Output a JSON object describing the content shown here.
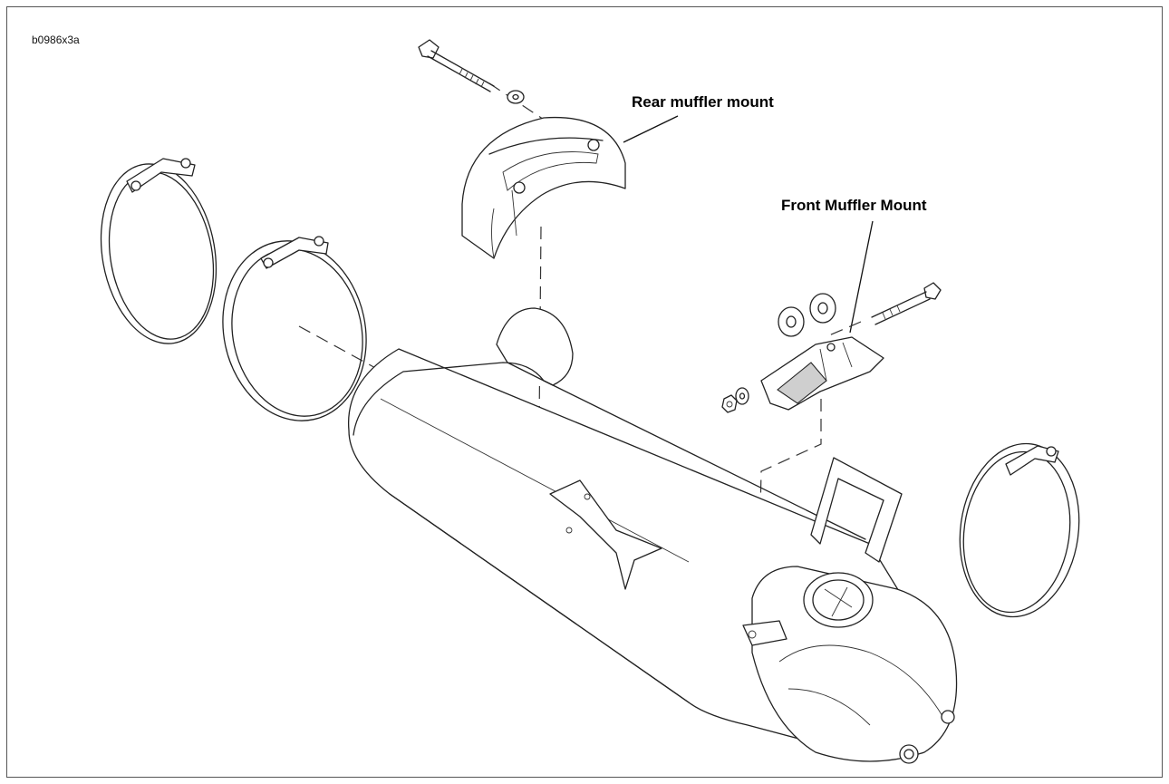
{
  "figure": {
    "id": "b0986x3a",
    "callouts": {
      "rear_mount": "Rear muffler mount",
      "front_mount": "Front Muffler Mount"
    }
  },
  "icons": [
    "muffler-icon",
    "clamp-icon",
    "bolt-icon",
    "washer-icon",
    "nut-icon",
    "bracket-icon"
  ],
  "colors": {
    "line": "#222222",
    "background": "#ffffff",
    "shade": "#cfcfcf"
  }
}
